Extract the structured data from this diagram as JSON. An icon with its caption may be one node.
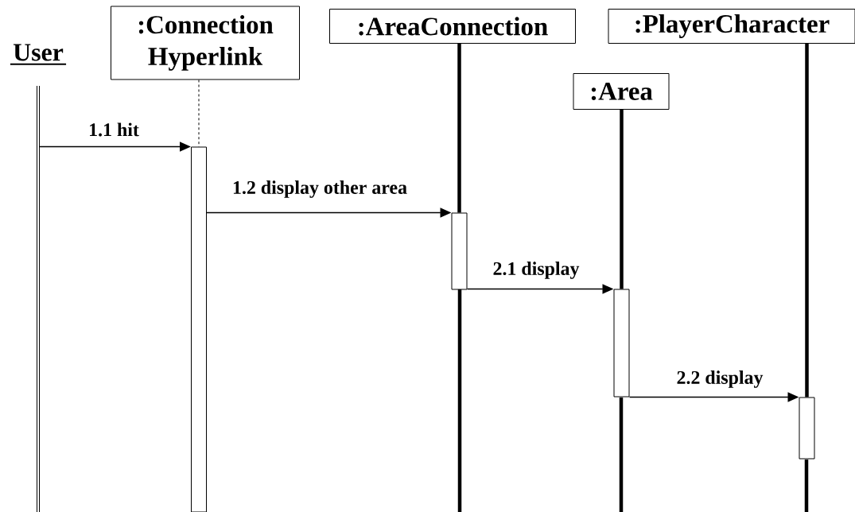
{
  "diagram": {
    "nodes": [
      {
        "text": [
          "User"
        ]
      },
      {
        "text": [
          ":Connection Hyperlink"
        ]
      },
      {
        "text": [
          ":AreaConnection"
        ]
      },
      {
        "text": [
          ":Area"
        ]
      },
      {
        "text": [
          ":PlayerCharacter"
        ]
      },
      {
        "text": [],
        "shape": "box"
      },
      {
        "text": [],
        "shape": "box"
      },
      {
        "text": [],
        "shape": "box"
      },
      {
        "text": [],
        "shape": "box"
      }
    ],
    "edges": [
      {
        "from": null,
        "to": 5,
        "arrow": "to",
        "label": "1.1 hit"
      },
      {
        "from": 5,
        "to": 6,
        "arrow": "to",
        "label": "1.2 display other area"
      },
      {
        "from": 6,
        "to": 7,
        "arrow": "to",
        "label": "2.1 display"
      },
      {
        "from": 7,
        "to": 8,
        "arrow": "to",
        "label": "2.2 display"
      },
      {
        "from": 1,
        "to": 5,
        "arrow": "none",
        "style": "dashed"
      },
      {
        "from": 2,
        "to": 6,
        "arrow": "none",
        "style": "thick"
      },
      {
        "from": 3,
        "to": 7,
        "arrow": "none",
        "style": "thick"
      },
      {
        "from": 4,
        "to": 8,
        "arrow": "none",
        "style": "thick"
      }
    ]
  }
}
